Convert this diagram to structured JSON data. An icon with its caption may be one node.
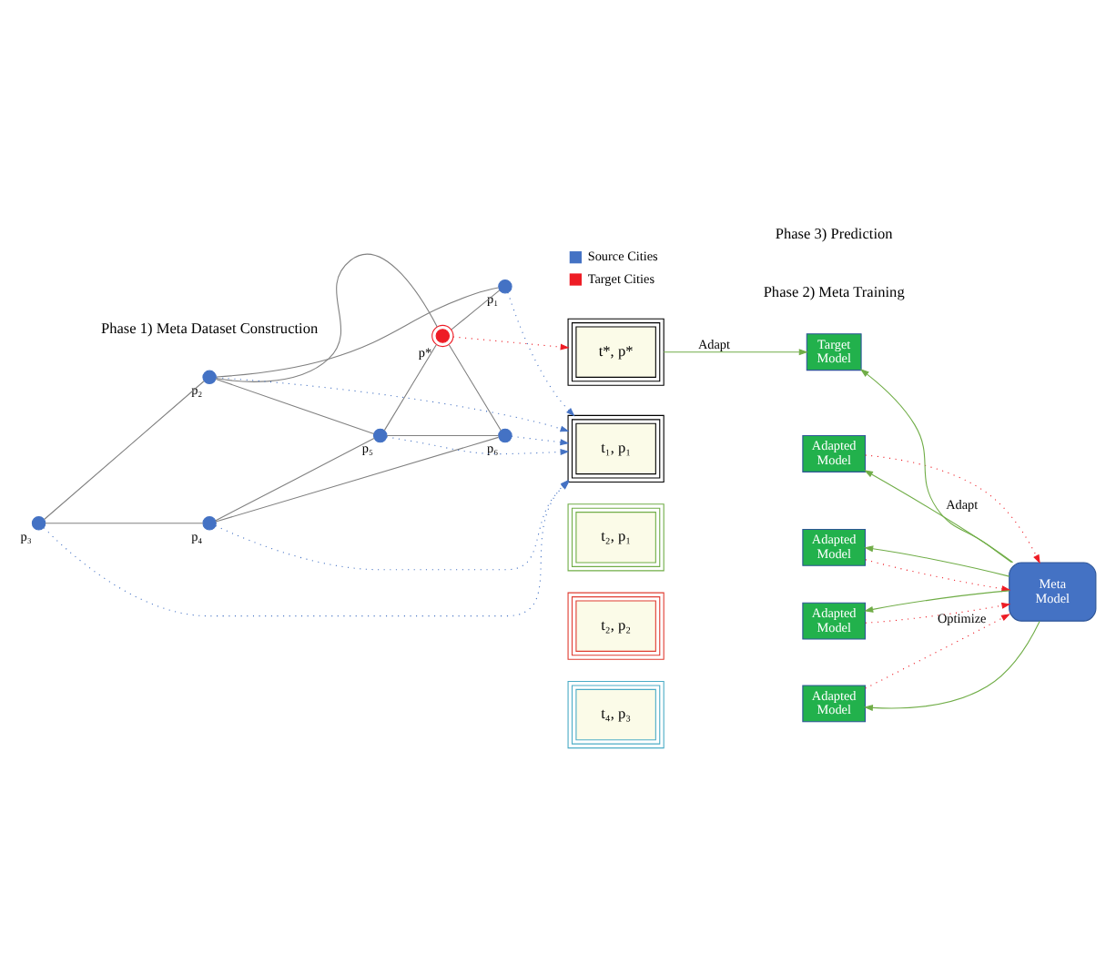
{
  "diagram": {
    "nodes": [
      {
        "text": [],
        "shape": "circle",
        "beside": [
          "p₃"
        ]
      },
      {
        "text": [],
        "shape": "circle",
        "beside": [
          "p₂"
        ]
      },
      {
        "text": [],
        "shape": "circle",
        "beside": [
          "p₄"
        ]
      },
      {
        "text": [],
        "shape": "circle",
        "beside": [
          "p₅"
        ]
      },
      {
        "text": [],
        "shape": "circle",
        "beside": [
          "p*"
        ]
      },
      {
        "text": [],
        "shape": "circle",
        "beside": [
          "p₆"
        ]
      },
      {
        "text": [],
        "shape": "circle",
        "beside": [
          "p₁"
        ]
      },
      {
        "text": [
          "t₁, p₁"
        ]
      },
      {
        "text": [
          "Adapted Model"
        ]
      },
      {
        "text": [
          "t₂, p₁"
        ]
      },
      {
        "text": [
          "Adapted Model"
        ]
      },
      {
        "text": [
          "t₂, p₂"
        ]
      },
      {
        "text": [
          "Adapted Model"
        ]
      },
      {
        "text": [
          "t₄, p₃"
        ]
      },
      {
        "text": [
          "Adapted Model"
        ]
      },
      {
        "text": [
          "Meta Model"
        ]
      },
      {
        "text": [
          "t*, p*"
        ]
      },
      {
        "text": [
          "Target Model"
        ]
      }
    ],
    "edges": [
      {
        "from": 0,
        "to": 1,
        "arrow": "none"
      },
      {
        "from": 0,
        "to": 2,
        "arrow": "none"
      },
      {
        "from": 1,
        "to": 6,
        "arrow": "none"
      },
      {
        "from": 1,
        "to": 3,
        "arrow": "none"
      },
      {
        "from": 1,
        "to": 4,
        "arrow": "none"
      },
      {
        "from": 2,
        "to": 3,
        "arrow": "none"
      },
      {
        "from": 2,
        "to": 5,
        "arrow": "none"
      },
      {
        "from": 3,
        "to": 5,
        "arrow": "none"
      },
      {
        "from": 3,
        "to": 4,
        "arrow": "none"
      },
      {
        "from": 4,
        "to": 6,
        "arrow": "none"
      },
      {
        "from": 4,
        "to": 5,
        "arrow": "none"
      },
      {
        "from": 6,
        "to": 7,
        "arrow": "to",
        "style": "dashed",
        "color": "#4472c4"
      },
      {
        "from": 1,
        "to": 7,
        "arrow": "to",
        "style": "dashed",
        "color": "#4472c4"
      },
      {
        "from": 0,
        "to": 7,
        "arrow": "to",
        "style": "dashed",
        "color": "#4472c4"
      },
      {
        "from": 3,
        "to": 7,
        "arrow": "to",
        "style": "dashed",
        "color": "#4472c4"
      },
      {
        "from": 2,
        "to": 7,
        "arrow": "to",
        "style": "dashed",
        "color": "#4472c4"
      },
      {
        "from": 5,
        "to": 7,
        "arrow": "to",
        "style": "dashed",
        "color": "#4472c4"
      },
      {
        "from": 4,
        "to": 16,
        "arrow": "to",
        "style": "dashed",
        "color": "#ee1c25"
      },
      {
        "from": 15,
        "to": 8,
        "arrow": "to",
        "label": "Adapt",
        "color": "#70ad47"
      },
      {
        "from": 8,
        "to": 15,
        "arrow": "to",
        "style": "dashed",
        "color": "#ee1c25"
      },
      {
        "from": 15,
        "to": 10,
        "arrow": "to",
        "color": "#70ad47"
      },
      {
        "from": 10,
        "to": 15,
        "arrow": "to",
        "style": "dashed",
        "color": "#ee1c25"
      },
      {
        "from": 15,
        "to": 12,
        "arrow": "to",
        "color": "#70ad47"
      },
      {
        "from": 12,
        "to": 15,
        "arrow": "to",
        "style": "dashed",
        "color": "#ee1c25"
      },
      {
        "from": 15,
        "to": 14,
        "arrow": "to",
        "color": "#70ad47"
      },
      {
        "from": 14,
        "to": 15,
        "arrow": "to",
        "label": "Optimize",
        "style": "dashed",
        "color": "#ee1c25"
      },
      {
        "from": 16,
        "to": 17,
        "arrow": "to",
        "label": "Adapt",
        "color": "#70ad47"
      },
      {
        "from": 15,
        "to": 17,
        "arrow": "to",
        "color": "#70ad47"
      }
    ],
    "labels": [
      "Phase 1) Meta Dataset Construction",
      "Phase 2) Meta Training",
      "Phase 3) Prediction"
    ],
    "legend": [
      {
        "text": "Source Cities",
        "color": "#4472c4"
      },
      {
        "text": "Target Cities",
        "color": "#ee1c25"
      }
    ]
  }
}
